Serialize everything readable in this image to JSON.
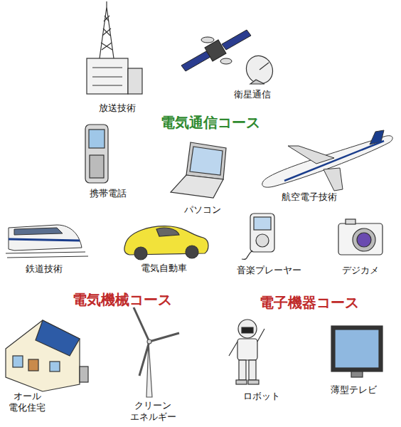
{
  "diagram": {
    "nodes": [
      {
        "text": [
          "電気通信コース"
        ]
      },
      {
        "text": [
          "電気機械コース"
        ]
      },
      {
        "text": [
          "電子機器コース"
        ]
      }
    ],
    "labels": [
      "放送技術",
      "衛星通信",
      "携帯電話",
      "パソコン",
      "航空電子技術",
      "鉄道技術",
      "電気自動車",
      "音楽プレーヤー",
      "デジカメ",
      "オール 電化住宅",
      "クリーン エネルギー",
      "ロボット",
      "薄型テレビ"
    ]
  }
}
